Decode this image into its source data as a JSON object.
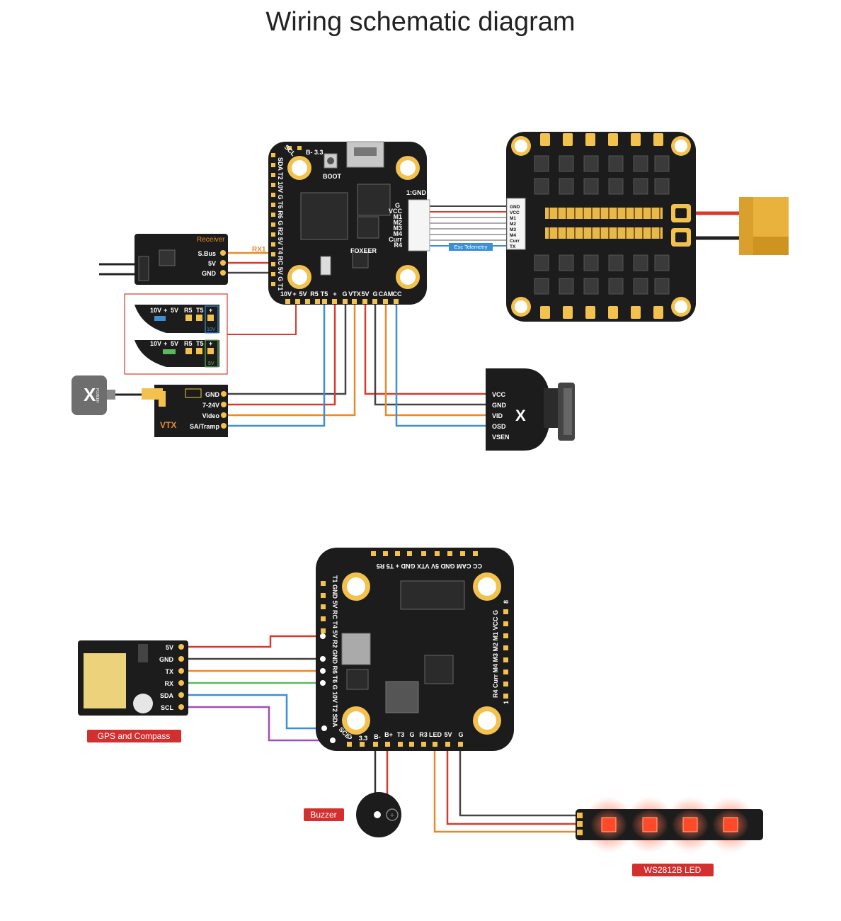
{
  "title": "Wiring schematic diagram",
  "colors": {
    "red": "#d63b2f",
    "black": "#444444",
    "orange": "#e78a2c",
    "blue": "#3a8fd6",
    "green": "#5cb85c",
    "purple": "#9b4fb5",
    "pcb": "#1c1c1c",
    "gold": "#f2c14e",
    "tag": "#d32f2f"
  },
  "fc_top": {
    "brand": "FOXEER",
    "boot": "BOOT",
    "top_pads": "B-  3.3",
    "gnd_label": "1:GND",
    "left_pads": "SDA T2 10V G T6 R6 G R2 5V T4 RC 5V G T1",
    "left_sub": "SCL",
    "conn_pins": [
      "G",
      "VCC",
      "M1",
      "M2",
      "M3",
      "M4",
      "Curr",
      "R4"
    ],
    "bottom_pads": [
      "10V",
      "+",
      "5V",
      "R5",
      "T5",
      "+",
      "G",
      "VTX",
      "5V",
      "G",
      "CAM",
      "CC"
    ],
    "rx1": "RX1"
  },
  "receiver": {
    "title": "Receiver",
    "pins": [
      "S.Bus",
      "5V",
      "GND"
    ]
  },
  "jumper": {
    "top": {
      "labels": [
        "10V",
        "+",
        "5V",
        "R5",
        "T5",
        "+"
      ],
      "tag": "10V"
    },
    "bottom": {
      "labels": [
        "10V",
        "+",
        "5V",
        "R5",
        "T5",
        "+"
      ],
      "tag": "5V"
    }
  },
  "vtx": {
    "title": "VTX",
    "pins": [
      "GND",
      "7-24V",
      "Video",
      "SA/Tramp"
    ],
    "antenna_brand": "FOXEER"
  },
  "camera": {
    "pins": [
      "VCC",
      "GND",
      "VID",
      "OSD",
      "VSEN"
    ]
  },
  "esc": {
    "pins": [
      "GND",
      "VCC",
      "M1",
      "M2",
      "M3",
      "M4",
      "Curr",
      "TX"
    ],
    "telemetry_tag": "Esc Telemetry"
  },
  "fc_bottom": {
    "top_pads": "CC CAM GND 5V VTX GND + T5 R5",
    "left_pads": "T1 GND 5V RC T4 5V R2 GND R6 T6 G 10V T2 SDA",
    "left_sub": "SCL",
    "right_pads": "R4 Curr M4 M3 M2 M1 VCC G",
    "right_num_top": "8",
    "right_num_bottom": "1",
    "bottom_pads": [
      "G",
      "3.3",
      "B-",
      "B+",
      "T3",
      "G",
      "R3",
      "LED",
      "5V",
      "G"
    ]
  },
  "gps": {
    "pins": [
      "5V",
      "GND",
      "TX",
      "RX",
      "SDA",
      "SCL"
    ],
    "tag": "GPS and Compass"
  },
  "buzzer": {
    "tag": "Buzzer"
  },
  "led": {
    "tag": "WS2812B LED"
  }
}
